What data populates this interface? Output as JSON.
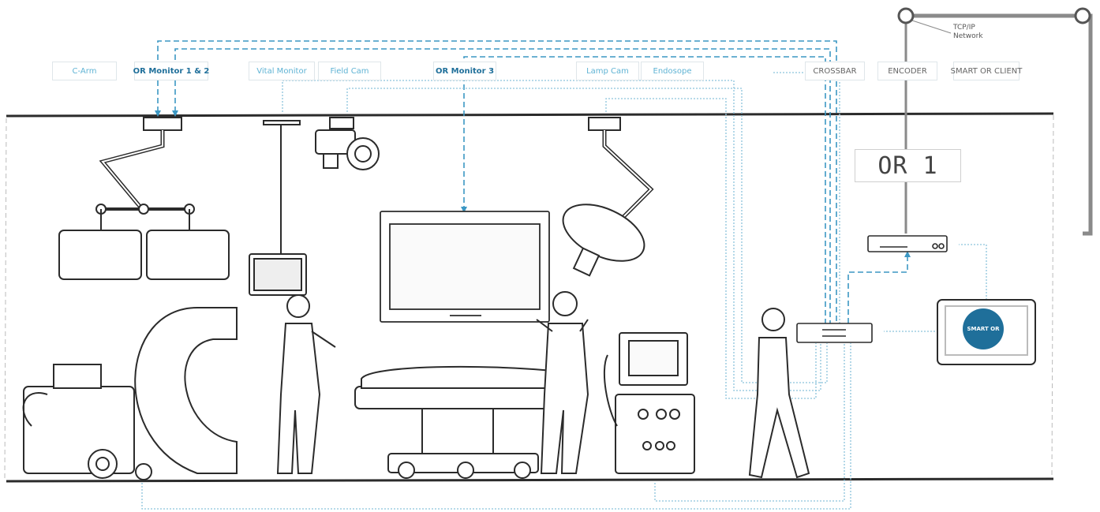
{
  "labels": {
    "c_arm": "C-Arm",
    "or_monitor_12": "OR Monitor 1 & 2",
    "vital_monitor": "Vital Monitor",
    "field_cam": "Field Cam",
    "or_monitor_3": "OR Monitor 3",
    "lamp_cam": "Lamp Cam",
    "endoscope": "Endosope",
    "crossbar": "CROSSBAR",
    "encoder": "ENCODER",
    "smart_or_client": "SMART OR CLIENT"
  },
  "network": {
    "line1": "TCP/IP",
    "line2": "Network"
  },
  "room_name": "OR 1",
  "tablet_badge": "SMART OR",
  "colors": {
    "dashed_link": "#3c97c3",
    "dotted_link": "#8cc4dc",
    "network": "#8a8a8a",
    "sketch": "#2b2b2b",
    "label_text": "#5fb3d4",
    "label_text_strong": "#1f6f9a"
  }
}
